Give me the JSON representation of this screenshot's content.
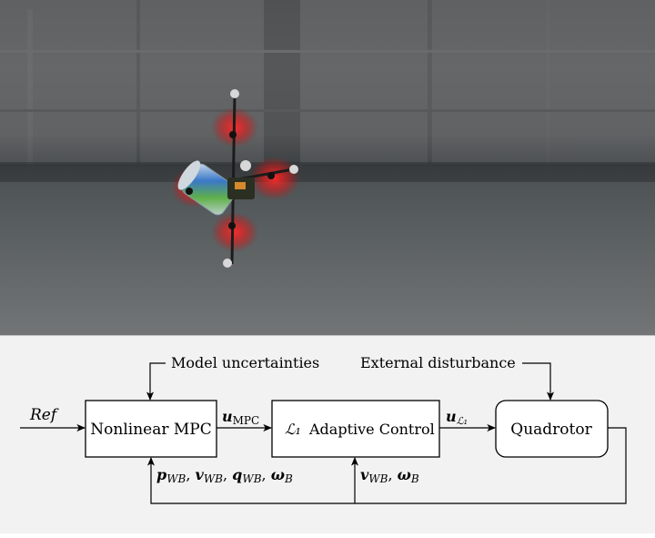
{
  "photo": {
    "subject": "quadrotor-with-payload-can"
  },
  "diagram": {
    "ref_label": "Ref",
    "model_uncertainties": "Model uncertainties",
    "external_disturbance": "External disturbance",
    "block_mpc": "Nonlinear MPC",
    "block_l1_symbol": "ℒ₁",
    "block_l1_text": "Adaptive Control",
    "block_quadrotor": "Quadrotor",
    "u_mpc_main": "u",
    "u_mpc_sub": "MPC",
    "u_l1_main": "u",
    "u_l1_sub": "ℒ₁",
    "fb_p": "p",
    "fb_p_sub": "WB",
    "fb_v": "v",
    "fb_v_sub": "WB",
    "fb_q": "q",
    "fb_q_sub": "WB",
    "fb_w": "ω",
    "fb_w_sub": "B",
    "fb2_v": "v",
    "fb2_v_sub": "WB",
    "fb2_w": "ω",
    "fb2_w_sub": "B",
    "sep": ","
  }
}
